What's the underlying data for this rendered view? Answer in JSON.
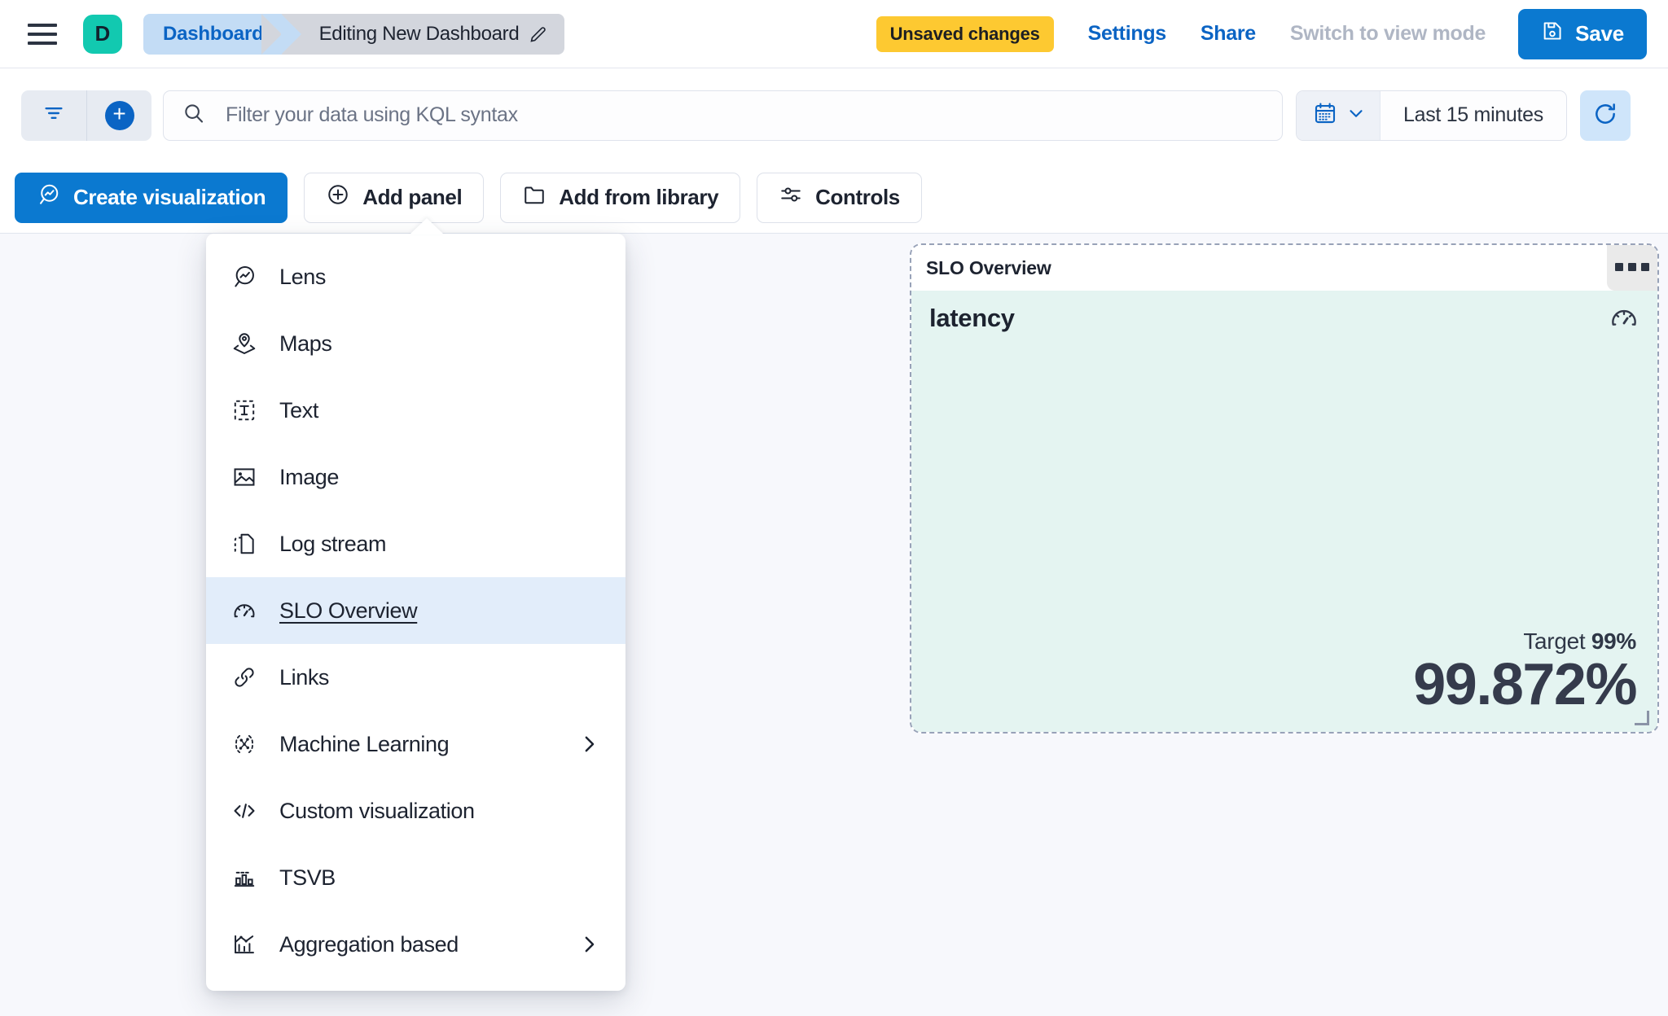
{
  "header": {
    "menu_icon": "hamburger-icon",
    "avatar_letter": "D",
    "breadcrumb_root": "Dashboard",
    "breadcrumb_current": "Editing New Dashboard",
    "edit_icon": "pencil-icon",
    "unsaved_badge": "Unsaved changes",
    "settings_label": "Settings",
    "share_label": "Share",
    "switch_view_label": "Switch to view mode",
    "save_label": "Save",
    "save_icon": "floppy-disk-icon"
  },
  "querybar": {
    "filter_icon": "filter-icon",
    "add_filter_icon": "plus-circle-icon",
    "search_icon": "search-icon",
    "placeholder": "Filter your data using KQL syntax",
    "calendar_icon": "calendar-icon",
    "chevron_icon": "chevron-down-icon",
    "time_range": "Last 15 minutes",
    "refresh_icon": "refresh-icon"
  },
  "toolbar": {
    "create_visualization": "Create visualization",
    "add_panel": "Add panel",
    "add_from_library": "Add from library",
    "controls": "Controls",
    "icons": {
      "create": "lens-icon",
      "add_panel": "plus-circle-outline-icon",
      "library": "folder-icon",
      "controls": "sliders-icon"
    }
  },
  "add_panel_menu": {
    "items": [
      {
        "label": "Lens",
        "icon": "lens-icon",
        "active": false,
        "submenu": false
      },
      {
        "label": "Maps",
        "icon": "map-marker-icon",
        "active": false,
        "submenu": false
      },
      {
        "label": "Text",
        "icon": "text-box-icon",
        "active": false,
        "submenu": false
      },
      {
        "label": "Image",
        "icon": "image-icon",
        "active": false,
        "submenu": false
      },
      {
        "label": "Log stream",
        "icon": "log-stream-icon",
        "active": false,
        "submenu": false
      },
      {
        "label": "SLO Overview",
        "icon": "gauge-icon",
        "active": true,
        "submenu": false
      },
      {
        "label": "Links",
        "icon": "link-icon",
        "active": false,
        "submenu": false
      },
      {
        "label": "Machine Learning",
        "icon": "ml-icon",
        "active": false,
        "submenu": true
      },
      {
        "label": "Custom visualization",
        "icon": "code-icon",
        "active": false,
        "submenu": false
      },
      {
        "label": "TSVB",
        "icon": "tsvb-icon",
        "active": false,
        "submenu": false
      },
      {
        "label": "Aggregation based",
        "icon": "agg-chart-icon",
        "active": false,
        "submenu": true
      }
    ]
  },
  "slo_panel": {
    "title": "SLO Overview",
    "menu_icon": "panel-context-menu-icon",
    "slo_name": "latency",
    "gauge_icon": "gauge-icon",
    "target_label": "Target",
    "target_value": "99%",
    "current_value": "99.872%",
    "resize_handle": "resize-handle-icon"
  },
  "colors": {
    "accent_blue": "#0b79d0",
    "link_blue": "#0b64c4",
    "warning_yellow": "#fdc931",
    "avatar_teal": "#12c9b0",
    "panel_body_mint": "#e4f4f1",
    "menu_active_blue": "#e2edfa"
  }
}
